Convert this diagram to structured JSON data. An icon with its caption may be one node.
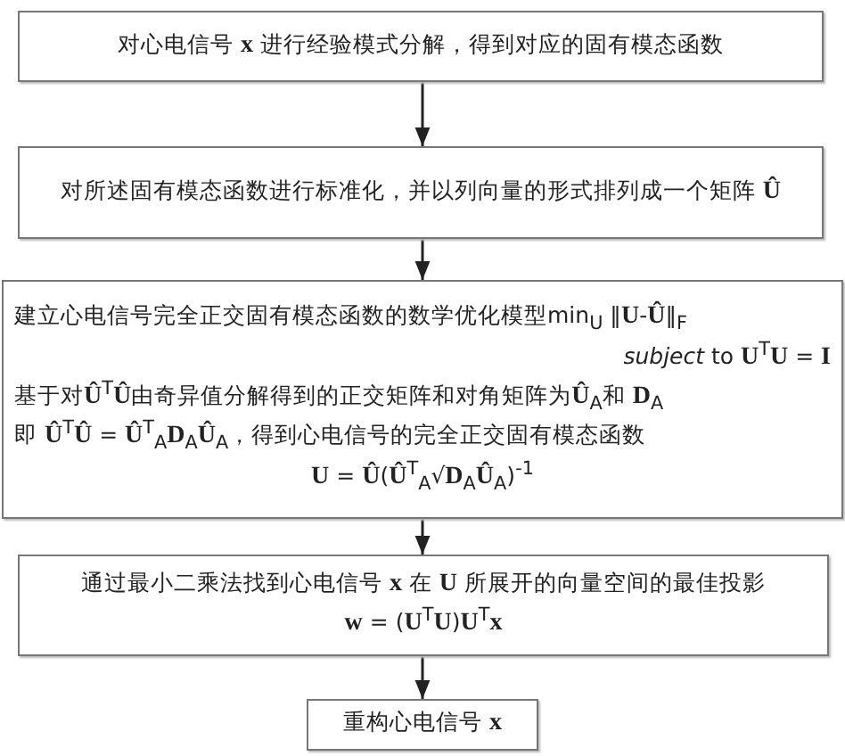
{
  "diagram": {
    "nodes": [
      {
        "text": [
          "对心电信号 **x** 进行经验模式分解，得到对应的固有模态函数"
        ]
      },
      {
        "text": [
          "对所述固有模态函数进行标准化，并以列向量的形式排列成一个矩阵 **Û**"
        ]
      },
      {
        "text": [
          "建立心电信号完全正交固有模态函数的数学优化模型min$_{U}$ ‖**U**-**Û**‖$_{F}$",
          "*subject* to **U**$^{T}$**U** = **I**",
          "基于对**Û**$^{T}$**Û**由奇异值分解得到的正交矩阵和对角矩阵为**Û**$_{A}$和 **D**$_{A}$",
          "即 **Û**$^{T}$**Û** = **Û**$^{T}$$_{A}$**D**$_{A}$**Û**$_{A}$，得到心电信号的完全正交固有模态函数",
          "**U** = **Û**(**Û**$^{T}$$_{A}$√**D**$_{A}$**Û**$_{A}$)$^{-1}$"
        ]
      },
      {
        "text": [
          "通过最小二乘法找到心电信号 **x** 在 **U** 所展开的向量空间的最佳投影",
          "**w** = (**U**$^{T}$**U**)**U**$^{T}$**x**"
        ]
      },
      {
        "text": [
          "重构心电信号 **x**"
        ]
      }
    ],
    "edges": [
      {
        "from": 0,
        "to": 1,
        "arrow": "to"
      },
      {
        "from": 1,
        "to": 2,
        "arrow": "to"
      },
      {
        "from": 2,
        "to": 3,
        "arrow": "to"
      },
      {
        "from": 3,
        "to": 4,
        "arrow": "to"
      }
    ]
  }
}
